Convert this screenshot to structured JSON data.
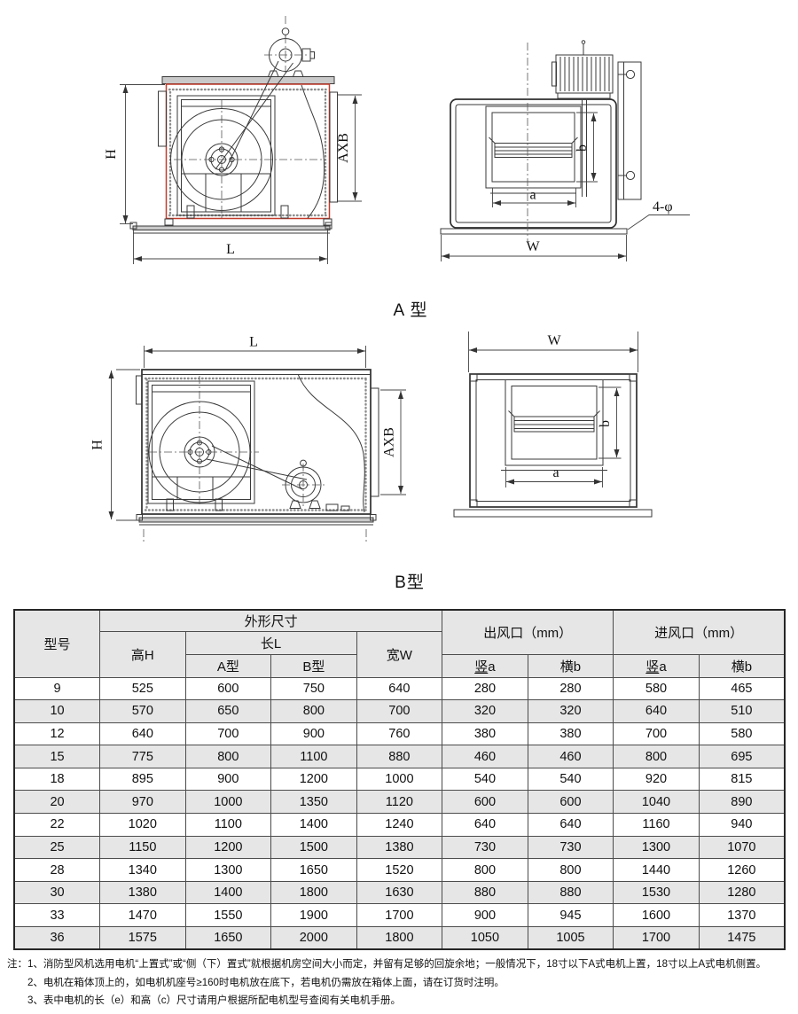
{
  "diagrams": {
    "type_a": {
      "label": "A 型",
      "front_dims": {
        "height": "H",
        "length": "L",
        "outlet": "AXB"
      },
      "side_dims": {
        "width": "W",
        "a": "a",
        "b": "b",
        "holes": "4-φ"
      }
    },
    "type_b": {
      "label": "B型",
      "front_dims": {
        "height": "H",
        "length": "L",
        "outlet": "AXB"
      },
      "side_dims": {
        "width": "W",
        "a": "a",
        "b": "b"
      }
    }
  },
  "table": {
    "headers": {
      "model": "型号",
      "overall": "外形尺寸",
      "height": "高H",
      "length": "长L",
      "length_a": "A型",
      "length_b": "B型",
      "width": "宽W",
      "outlet": "出风口（mm）",
      "inlet": "进风口（mm）",
      "vert_u": "竖",
      "vert_rest": "a",
      "horiz": "横b"
    },
    "rows": [
      {
        "model": "9",
        "h": "525",
        "la": "600",
        "lb": "750",
        "w": "640",
        "oa": "280",
        "ob": "280",
        "ia": "580",
        "ib": "465"
      },
      {
        "model": "10",
        "h": "570",
        "la": "650",
        "lb": "800",
        "w": "700",
        "oa": "320",
        "ob": "320",
        "ia": "640",
        "ib": "510"
      },
      {
        "model": "12",
        "h": "640",
        "la": "700",
        "lb": "900",
        "w": "760",
        "oa": "380",
        "ob": "380",
        "ia": "700",
        "ib": "580"
      },
      {
        "model": "15",
        "h": "775",
        "la": "800",
        "lb": "1100",
        "w": "880",
        "oa": "460",
        "ob": "460",
        "ia": "800",
        "ib": "695"
      },
      {
        "model": "18",
        "h": "895",
        "la": "900",
        "lb": "1200",
        "w": "1000",
        "oa": "540",
        "ob": "540",
        "ia": "920",
        "ib": "815"
      },
      {
        "model": "20",
        "h": "970",
        "la": "1000",
        "lb": "1350",
        "w": "1120",
        "oa": "600",
        "ob": "600",
        "ia": "1040",
        "ib": "890"
      },
      {
        "model": "22",
        "h": "1020",
        "la": "1100",
        "lb": "1400",
        "w": "1240",
        "oa": "640",
        "ob": "640",
        "ia": "1160",
        "ib": "940"
      },
      {
        "model": "25",
        "h": "1150",
        "la": "1200",
        "lb": "1500",
        "w": "1380",
        "oa": "730",
        "ob": "730",
        "ia": "1300",
        "ib": "1070"
      },
      {
        "model": "28",
        "h": "1340",
        "la": "1300",
        "lb": "1650",
        "w": "1520",
        "oa": "800",
        "ob": "800",
        "ia": "1440",
        "ib": "1260"
      },
      {
        "model": "30",
        "h": "1380",
        "la": "1400",
        "lb": "1800",
        "w": "1630",
        "oa": "880",
        "ob": "880",
        "ia": "1530",
        "ib": "1280"
      },
      {
        "model": "33",
        "h": "1470",
        "la": "1550",
        "lb": "1900",
        "w": "1700",
        "oa": "900",
        "ob": "945",
        "ia": "1600",
        "ib": "1370"
      },
      {
        "model": "36",
        "h": "1575",
        "la": "1650",
        "lb": "2000",
        "w": "1800",
        "oa": "1050",
        "ob": "1005",
        "ia": "1700",
        "ib": "1475"
      }
    ]
  },
  "notes": {
    "prefix": "注：",
    "items": [
      "1、消防型风机选用电机“上置式”或“侧（下）置式”就根据机房空间大小而定，并留有足够的回旋余地；一般情况下，18寸以下A式电机上置，18寸以上A式电机侧置。",
      "2、电机在箱体顶上的，如电机机座号≥160时电机放在底下，若电机仍需放在箱体上面，请在订货时注明。",
      "3、表中电机的长（e）和高（c）尺寸请用户根据所配电机型号查阅有关电机手册。"
    ]
  },
  "colors": {
    "accent_red": "#c23b2a",
    "line": "#3a3a3a",
    "gray_fill": "#c9c9c9",
    "row_shade": "#e6e6e6"
  }
}
